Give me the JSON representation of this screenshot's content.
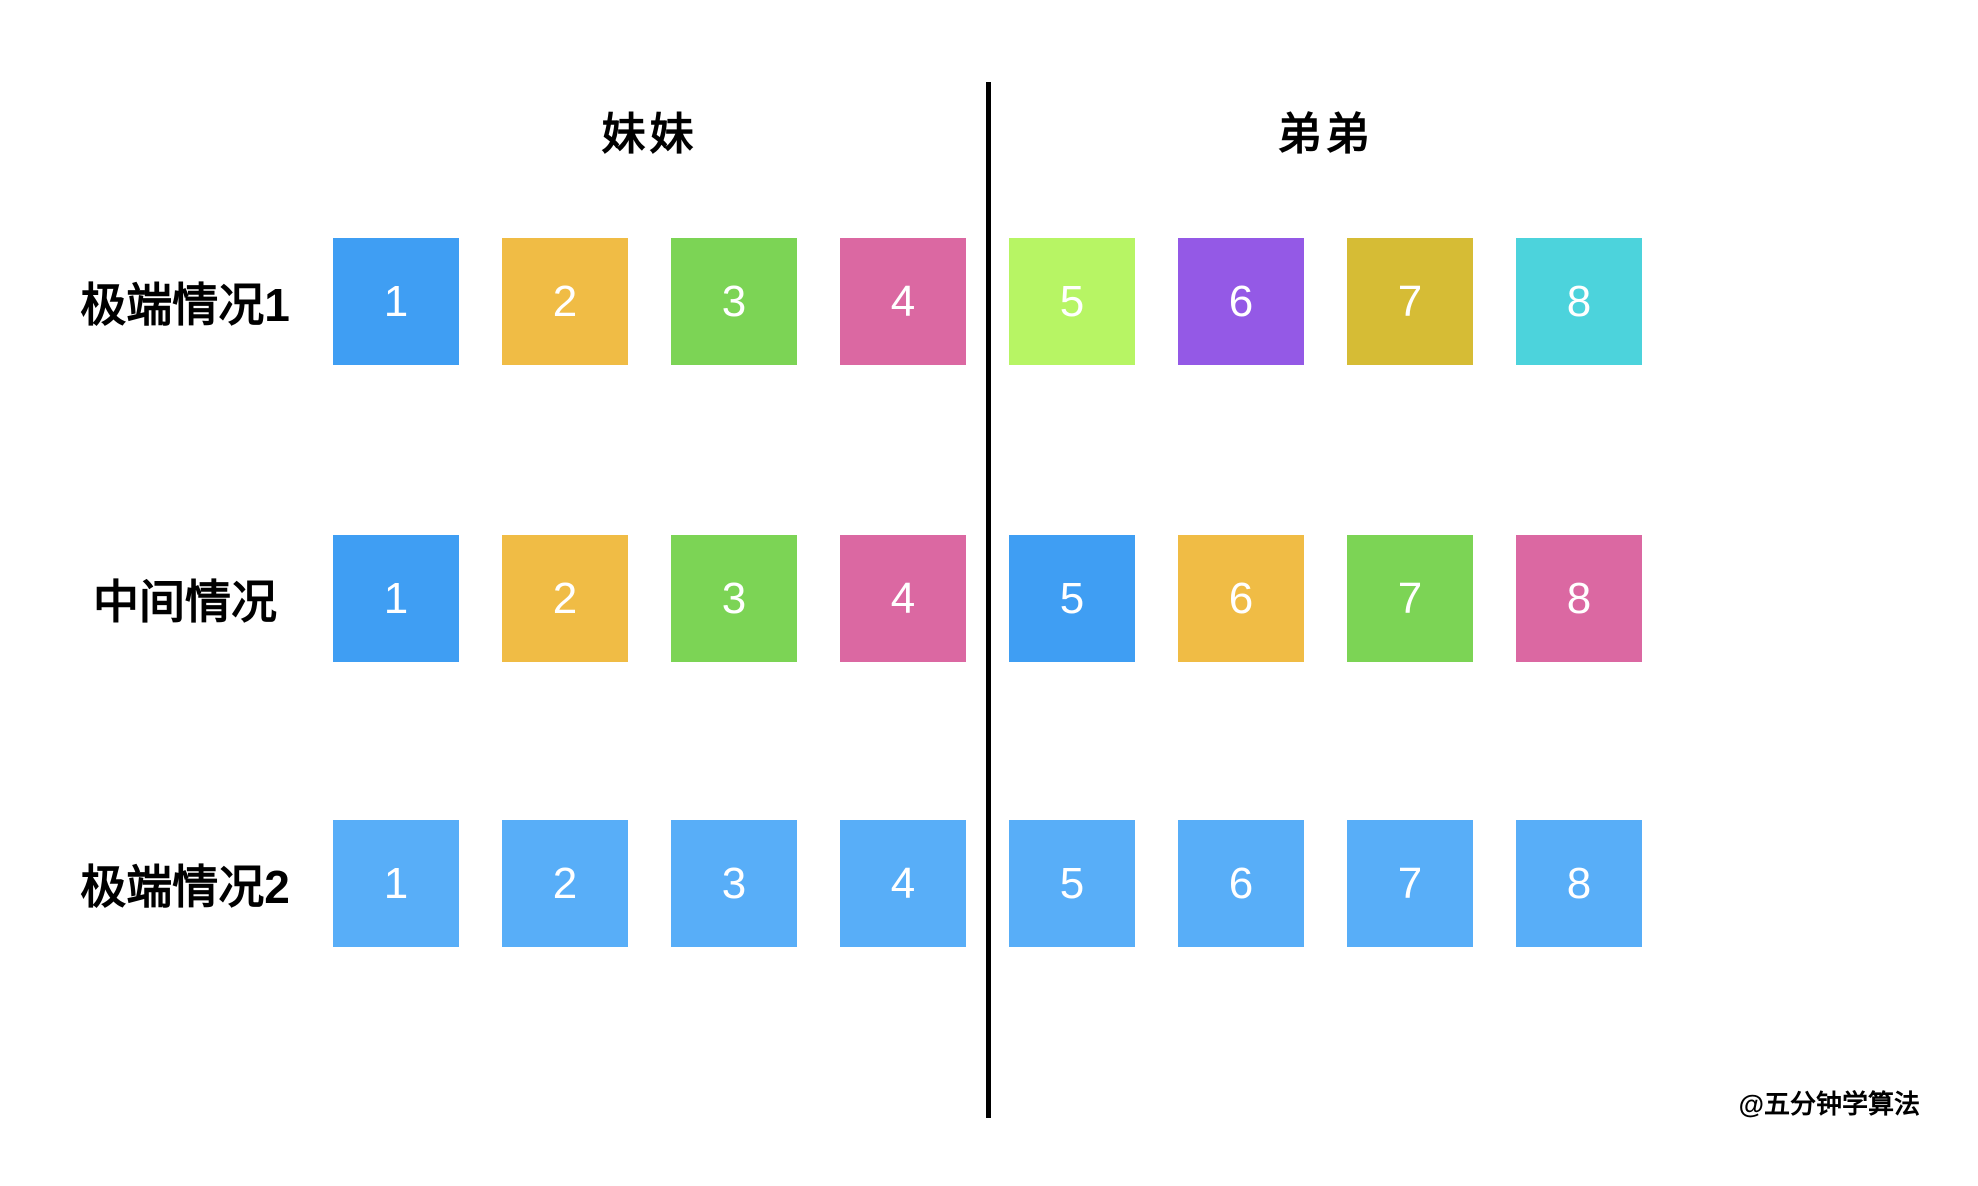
{
  "headers": {
    "left": "妹妹",
    "right": "弟弟"
  },
  "watermark": "@五分钟学算法",
  "divider_color": "#000000",
  "palette": {
    "blue": "#3F9EF3",
    "orange": "#F0BC45",
    "green": "#7CD455",
    "pink": "#DB68A2",
    "light_green": "#B7F564",
    "purple": "#9459E6",
    "mustard": "#D6BC35",
    "turquoise": "#4CD3DC",
    "light_blue": "#58AEF8"
  },
  "rows": [
    {
      "label": "极端情况1",
      "cells": [
        {
          "value": "1",
          "color": "#3F9EF3"
        },
        {
          "value": "2",
          "color": "#F0BC45"
        },
        {
          "value": "3",
          "color": "#7CD455"
        },
        {
          "value": "4",
          "color": "#DB68A2"
        },
        {
          "value": "5",
          "color": "#B7F564"
        },
        {
          "value": "6",
          "color": "#9459E6"
        },
        {
          "value": "7",
          "color": "#D6BC35"
        },
        {
          "value": "8",
          "color": "#4CD3DC"
        }
      ]
    },
    {
      "label": "中间情况",
      "cells": [
        {
          "value": "1",
          "color": "#3F9EF3"
        },
        {
          "value": "2",
          "color": "#F0BC45"
        },
        {
          "value": "3",
          "color": "#7CD455"
        },
        {
          "value": "4",
          "color": "#DB68A2"
        },
        {
          "value": "5",
          "color": "#3F9EF3"
        },
        {
          "value": "6",
          "color": "#F0BC45"
        },
        {
          "value": "7",
          "color": "#7CD455"
        },
        {
          "value": "8",
          "color": "#DB68A2"
        }
      ]
    },
    {
      "label": "极端情况2",
      "cells": [
        {
          "value": "1",
          "color": "#58AEF8"
        },
        {
          "value": "2",
          "color": "#58AEF8"
        },
        {
          "value": "3",
          "color": "#58AEF8"
        },
        {
          "value": "4",
          "color": "#58AEF8"
        },
        {
          "value": "5",
          "color": "#58AEF8"
        },
        {
          "value": "6",
          "color": "#58AEF8"
        },
        {
          "value": "7",
          "color": "#58AEF8"
        },
        {
          "value": "8",
          "color": "#58AEF8"
        }
      ]
    }
  ]
}
